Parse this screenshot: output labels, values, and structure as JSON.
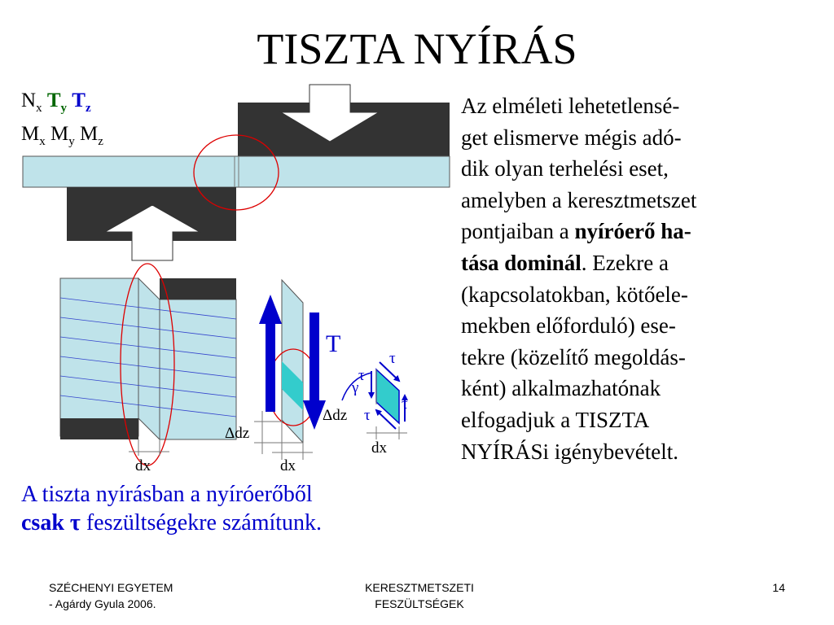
{
  "title": "TISZTA NYÍRÁS",
  "forces": {
    "row1": [
      {
        "main": "N",
        "sub": "x"
      },
      {
        "main": "T",
        "sub": "y"
      },
      {
        "main": "T",
        "sub": "z"
      }
    ],
    "row2": [
      {
        "main": "M",
        "sub": "x"
      },
      {
        "main": "M",
        "sub": "y"
      },
      {
        "main": "M",
        "sub": "z"
      }
    ]
  },
  "diagram": {
    "dx_left": "dx",
    "dx_mid": "dx",
    "dz_mid": "Δdz",
    "force_T": "T",
    "tau": "τ",
    "gamma": "γ",
    "dz_elem": "Δdz",
    "dx_elem": "dx",
    "colors": {
      "beam": "#bfe3ea",
      "clamp": "#333333",
      "blue": "#0000cc",
      "cyan": "#33cccc",
      "circle": "#dd0000"
    }
  },
  "body": {
    "l1": "Az elméleti lehetetlensé-",
    "l2": "get elismerve mégis adó-",
    "l3": "dik olyan terhelési eset,",
    "l4": "amelyben a keresztmetszet",
    "l5a": "pontjaiban a ",
    "l5b": "nyíróerő ha-",
    "l6a": "tása dominál",
    "l6b": ". Ezekre a",
    "l7": "(kapcsolatokban, kötőele-",
    "l8": "mekben előforduló) ese-",
    "l9": "tekre (közelítő megoldás-",
    "l10": "ként) alkalmazhatónak",
    "l11": "elfogadjuk a TISZTA",
    "l12": "NYÍRÁSi igénybevételt."
  },
  "caption": {
    "l1": "A tiszta nyírásban a nyíróerőből",
    "l2a": "csak  ",
    "l2tau": "τ",
    "l2b": " feszültségekre számítunk."
  },
  "footer": {
    "left1": "SZÉCHENYI EGYETEM",
    "left2": "-  Agárdy Gyula 2006.",
    "mid1": "KERESZTMETSZETI",
    "mid2": "FESZÜLTSÉGEK",
    "page": "14"
  }
}
